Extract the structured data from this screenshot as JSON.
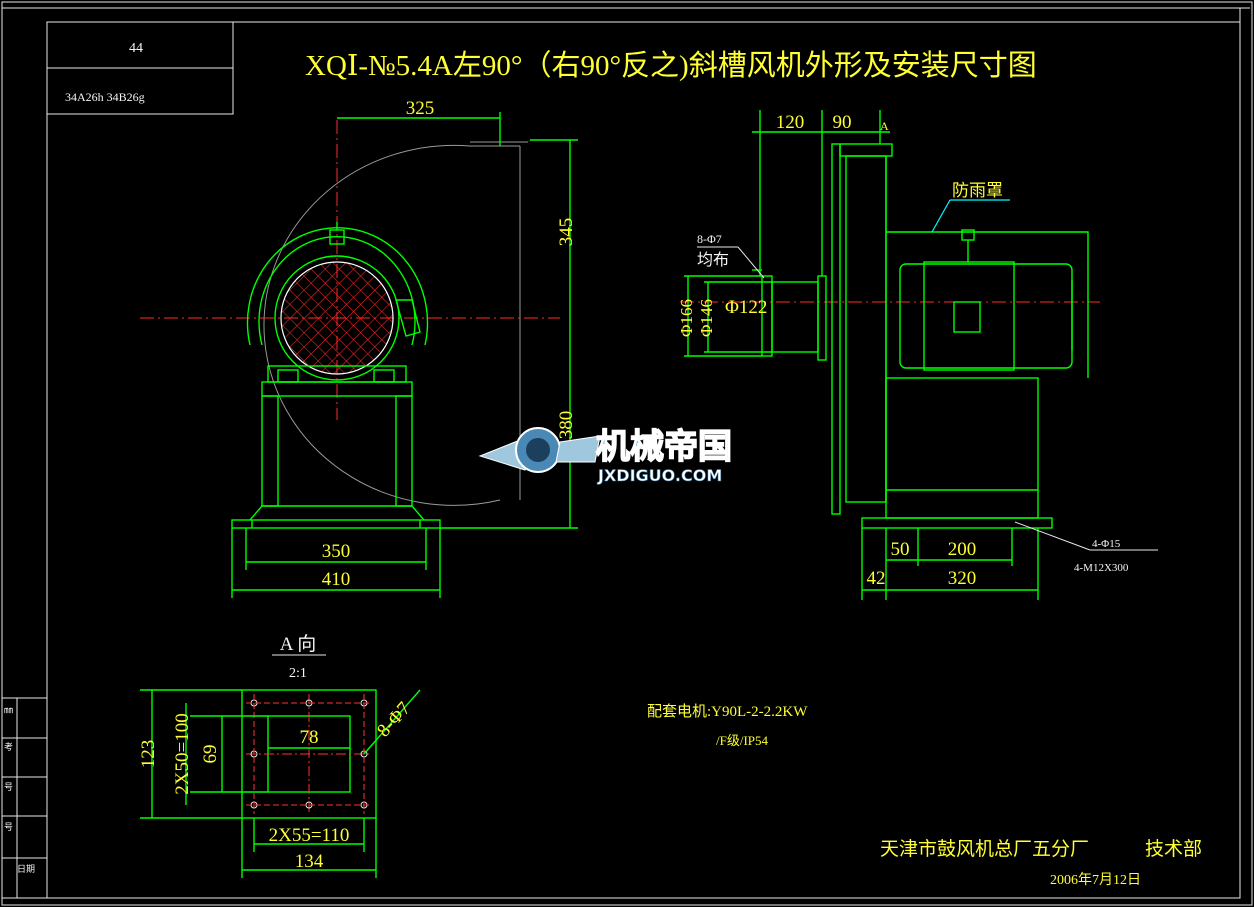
{
  "title_block": {
    "top_cell": "44",
    "bottom_cell": "34A26h 34B26g"
  },
  "title": "XQⅠ-№5.4A左90°（右90°反之)斜槽风机外形及安装尺寸图",
  "front_view": {
    "dim_325": "325",
    "dim_345": "345",
    "dim_380": "380",
    "dim_350": "350",
    "dim_410": "410"
  },
  "side_view": {
    "dim_120": "120",
    "dim_90": "90",
    "label_a": "A",
    "rain_cover": "防雨罩",
    "holes": "8-Φ7",
    "even": "均布",
    "d166": "Φ166",
    "d146": "Φ146",
    "d122": "Φ122",
    "dim_50": "50",
    "dim_200": "200",
    "dim_42": "42",
    "dim_320": "320",
    "bolt_holes": "4-Φ15",
    "bolts": "4-M12X300"
  },
  "a_view": {
    "title": "A 向",
    "scale": "2:1",
    "holes": "8-Φ7",
    "dim_78": "78",
    "dim_123": "123",
    "dim_100": "2X50=100",
    "dim_69": "69",
    "dim_110": "2X55=110",
    "dim_134": "134"
  },
  "motor": {
    "line1": "配套电机:Y90L-2-2.2KW",
    "line2": "/F级/IP54"
  },
  "company": {
    "name": "天津市鼓风机总厂五分厂",
    "dept": "技术部",
    "date": "2006年7月12日"
  },
  "watermark": {
    "brand": "机械帝国",
    "url": "JXDIGUO.COM"
  },
  "left_table": {
    "rows": [
      "㎜",
      "考",
      "号",
      "号",
      "日期"
    ]
  }
}
